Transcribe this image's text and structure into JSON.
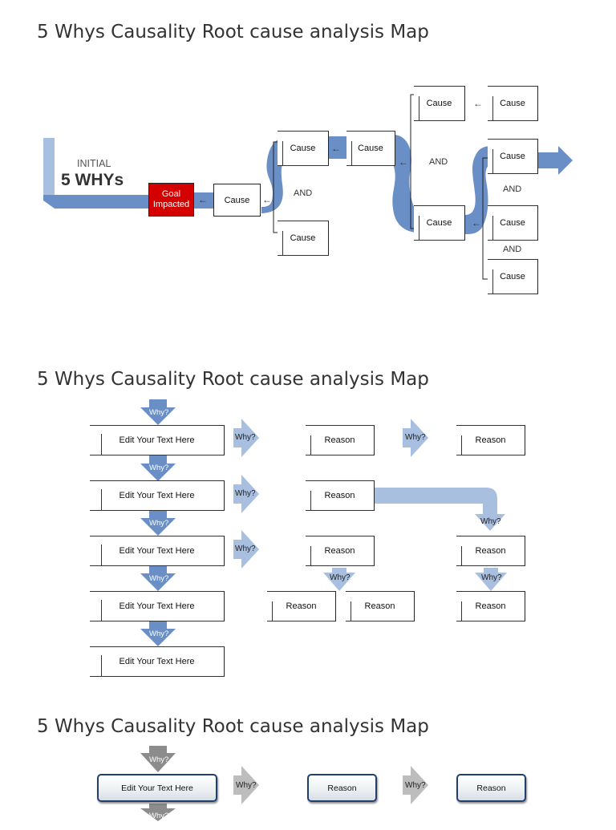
{
  "colors": {
    "flow_blue": "#6a8fc6",
    "flow_light": "#a9bfe0",
    "goal_red": "#d40000",
    "arrow_gray": "#8c8c8c",
    "border_navy": "#1f3f6e"
  },
  "section1": {
    "title": "5 Whys Causality Root cause analysis Map",
    "initial_label": "INITIAL",
    "whys_label": "5 WHYs",
    "goal": {
      "line1": "Goal",
      "line2": "Impacted"
    },
    "causes": [
      "Cause",
      "Cause",
      "Cause",
      "Cause",
      "Cause",
      "Cause",
      "Cause",
      "Cause",
      "Cause",
      "Cause"
    ],
    "and_labels": [
      "AND",
      "AND",
      "AND",
      "AND"
    ],
    "arrow_glyph": "←"
  },
  "section2": {
    "title": "5 Whys Causality Root cause analysis Map",
    "why_label": "Why?",
    "steps": [
      "Edit Your Text Here",
      "Edit Your Text Here",
      "Edit Your Text Here",
      "Edit Your Text Here",
      "Edit Your Text Here"
    ],
    "reasons": [
      "Reason",
      "Reason",
      "Reason",
      "Reason",
      "Reason",
      "Reason",
      "Reason",
      "Reason"
    ]
  },
  "section3": {
    "title": "5 Whys Causality Root cause analysis Map",
    "why_label": "Why?",
    "step": "Edit Your Text Here",
    "reasons": [
      "Reason",
      "Reason"
    ]
  }
}
